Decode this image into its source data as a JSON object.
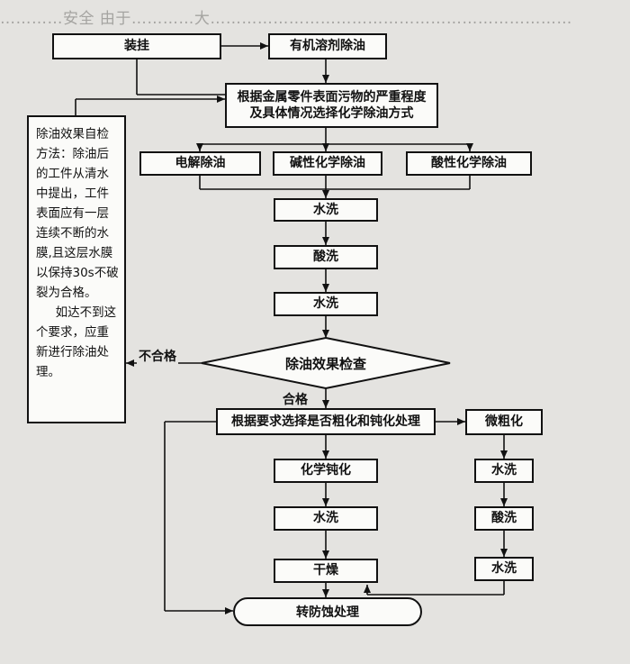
{
  "background_lines": [
    "…………安全    由于…………大……………………………………………………………",
    "…………………………………………………………………………………………………",
    "…………………………………………………………………………………………………",
    "…………………………………………………………………………………………………"
  ],
  "flowchart": {
    "hang": "装挂",
    "solvent_degrease": "有机溶剂除油",
    "choose_method": "根据金属零件表面污物的严重程度及具体情况选择化学除油方式",
    "electrolytic": "电解除油",
    "alkaline": "碱性化学除油",
    "acidic": "酸性化学除油",
    "wash1": "水洗",
    "pickling": "酸洗",
    "wash2": "水洗",
    "inspection": "除油效果检查",
    "fail_label": "不合格",
    "pass_label": "合格",
    "choose_roughen": "根据要求选择是否粗化和钝化处理",
    "passivation": "化学钝化",
    "wash3": "水洗",
    "dry": "干燥",
    "micro_roughen": "微粗化",
    "wash_r1": "水洗",
    "acid_r": "酸洗",
    "wash_r2": "水洗",
    "anticorrosion": "转防蚀处理",
    "note_p1": "除油效果自检方法：除油后的工件从清水中提出，工件表面应有一层连续不断的水膜,且这层水膜以保持30s不破裂为合格。",
    "note_p2": "如达不到这个要求，应重新进行除油处理。"
  }
}
